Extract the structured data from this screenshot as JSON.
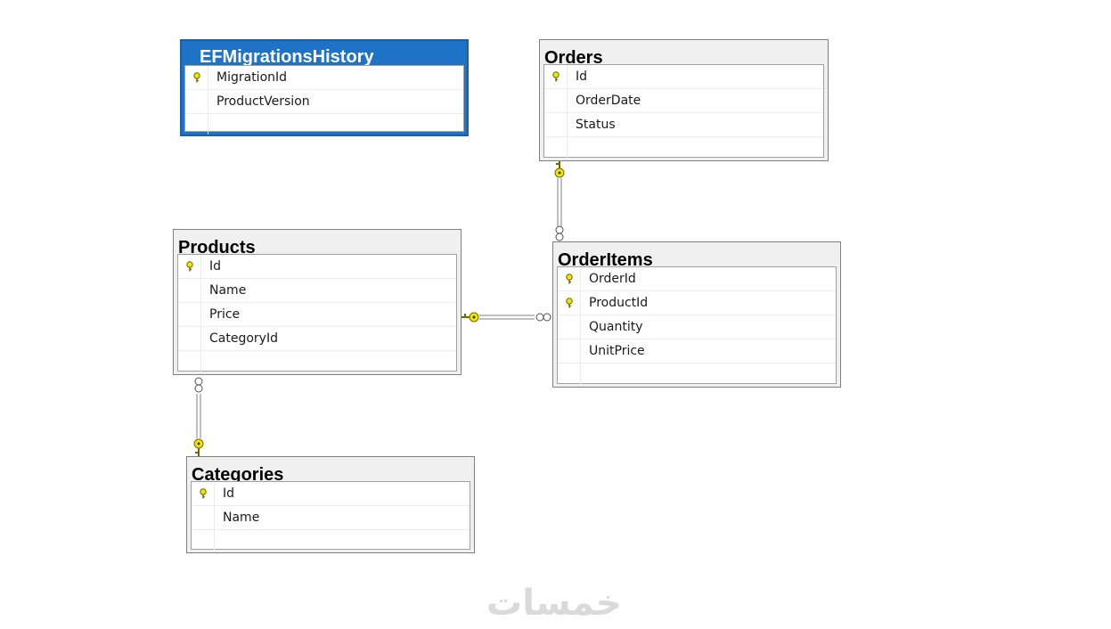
{
  "tables": {
    "ef_migrations_history": {
      "title": "EFMigrationsHistory",
      "columns": [
        {
          "name": "MigrationId",
          "primary_key": true
        },
        {
          "name": "ProductVersion",
          "primary_key": false
        }
      ]
    },
    "orders": {
      "title": "Orders",
      "columns": [
        {
          "name": "Id",
          "primary_key": true
        },
        {
          "name": "OrderDate",
          "primary_key": false
        },
        {
          "name": "Status",
          "primary_key": false
        }
      ]
    },
    "products": {
      "title": "Products",
      "columns": [
        {
          "name": "Id",
          "primary_key": true
        },
        {
          "name": "Name",
          "primary_key": false
        },
        {
          "name": "Price",
          "primary_key": false
        },
        {
          "name": "CategoryId",
          "primary_key": false
        }
      ]
    },
    "order_items": {
      "title": "OrderItems",
      "columns": [
        {
          "name": "OrderId",
          "primary_key": true
        },
        {
          "name": "ProductId",
          "primary_key": true
        },
        {
          "name": "Quantity",
          "primary_key": false
        },
        {
          "name": "UnitPrice",
          "primary_key": false
        }
      ]
    },
    "categories": {
      "title": "Categories",
      "columns": [
        {
          "name": "Id",
          "primary_key": true
        },
        {
          "name": "Name",
          "primary_key": false
        }
      ]
    }
  },
  "relationships": [
    {
      "from": "orders",
      "to": "order_items",
      "one_end": "key-icon",
      "many_end": "infinity-icon"
    },
    {
      "from": "products",
      "to": "order_items",
      "one_end": "key-icon",
      "many_end": "infinity-icon"
    },
    {
      "from": "categories",
      "to": "products",
      "one_end": "key-icon",
      "many_end": "infinity-icon"
    }
  ],
  "colors": {
    "selected_header": "#1f73c7",
    "key_icon": "#f5e400",
    "connector": "#808080"
  },
  "watermark": {
    "text": "خمسات"
  }
}
